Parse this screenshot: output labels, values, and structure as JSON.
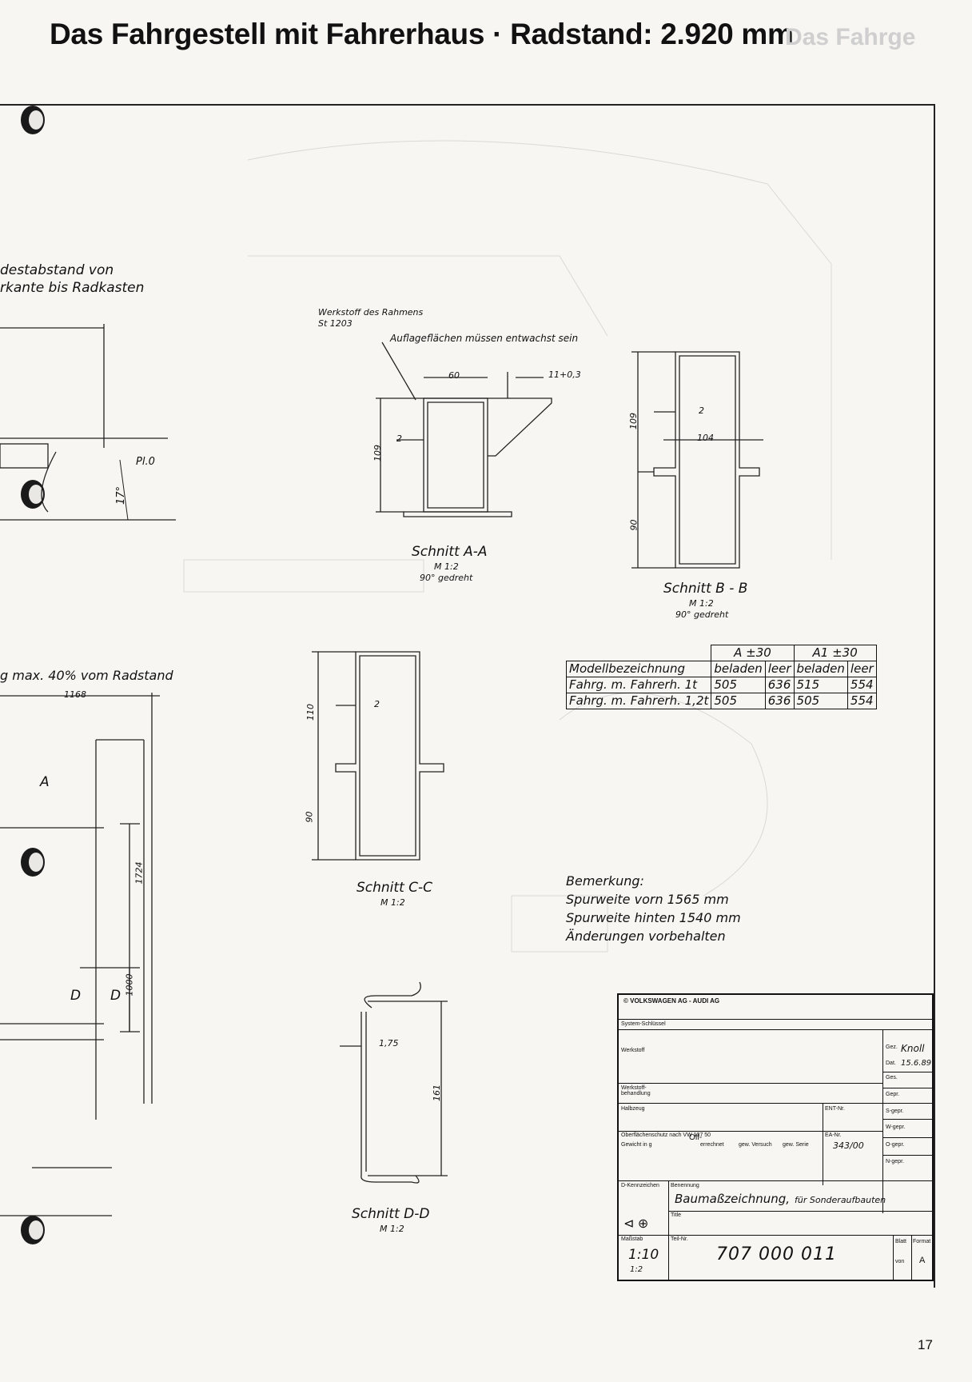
{
  "page": {
    "title": "Das Fahrgestell mit Fahrerhaus · Radstand: 2.920 mm",
    "page_number": "17"
  },
  "left_notes": {
    "line1": "destabstand von",
    "line2": "rkante bis Radkasten",
    "pl": "Pl.0",
    "angle": "17°",
    "note2": "g max. 40% vom Radstand",
    "dim_1168": "1168",
    "dim_1724": "1724",
    "dim_1000": "1000",
    "label_a": "A",
    "label_d1": "D",
    "label_d2": "D"
  },
  "sections": {
    "material_label": "Werkstoff des Rahmens",
    "material_value": "St 1203",
    "surface_note": "Auflageflächen müssen entwachst sein",
    "aa": {
      "title": "Schnitt A-A",
      "scale": "M 1:2",
      "rot": "90° gedreht",
      "d60": "60",
      "d11": "11+0,3",
      "d109": "109",
      "d2": "2"
    },
    "bb": {
      "title": "Schnitt B - B",
      "scale": "M 1:2",
      "rot": "90° gedreht",
      "d109": "109",
      "d104": "104",
      "d2": "2",
      "d90": "90"
    },
    "cc": {
      "title": "Schnitt C-C",
      "scale": "M 1:2",
      "d110": "110",
      "d2": "2",
      "d90": "90"
    },
    "dd": {
      "title": "Schnitt D-D",
      "scale": "M 1:2",
      "d175": "1,75",
      "d161": "161"
    }
  },
  "table": {
    "col_a": "A ±30",
    "col_a1": "A1 ±30",
    "sub": [
      "beladen",
      "leer",
      "beladen",
      "leer"
    ],
    "label_header": "Modellbezeichnung",
    "rows": [
      {
        "name": "Fahrg. m. Fahrerh. 1t",
        "v": [
          "505",
          "636",
          "515",
          "554"
        ]
      },
      {
        "name": "Fahrg. m. Fahrerh. 1,2t",
        "v": [
          "505",
          "636",
          "505",
          "554"
        ]
      }
    ]
  },
  "remarks": {
    "title": "Bemerkung:",
    "lines": [
      "Spurweite vorn 1565 mm",
      "Spurweite hinten 1540 mm",
      "Änderungen vorbehalten"
    ]
  },
  "title_block": {
    "company": "© VOLKSWAGEN AG - AUDI AG",
    "system_key": "System-Schlüssel",
    "werkstoff": "Werkstoff",
    "werkstoff_beh": "Werkstoff-behandlung",
    "halbzeug": "Halbzeug",
    "oberfl": "Oberflächenschutz nach VW 137 50",
    "oberfl_val": "Ofl-",
    "gewicht": "Gewicht in g",
    "errechnet": "errechnet",
    "gew_versuch": "gew. Versuch",
    "gew_serie": "gew. Serie",
    "ent_nr": "ENT-Nr.",
    "ea_nr": "EA-Nr.",
    "ea_val": "343/00",
    "gez": "Gez.",
    "gez_val": "Knoll",
    "dat": "Dat.",
    "dat_val": "15.6.89",
    "ges": "Ges.",
    "gepr": "Gepr.",
    "s_gepr": "S-gepr.",
    "w_gepr": "W-gepr.",
    "o_gepr": "O-gepr.",
    "n_gepr": "N-gepr.",
    "d_kenn": "D-Kennzeichen",
    "benennung": "Benennung",
    "benennung_val": "Baumaßzeichnung,",
    "benennung_sub": "für Sonderaufbauten",
    "titel": "Title",
    "massstab": "Maßstab",
    "scale1": "1:10",
    "scale2": "1:2",
    "teil_nr": "Teil-Nr.",
    "teil_val": "707 000 011",
    "blatt": "Blatt",
    "von": "von",
    "format": "Format",
    "format_val": "A"
  }
}
